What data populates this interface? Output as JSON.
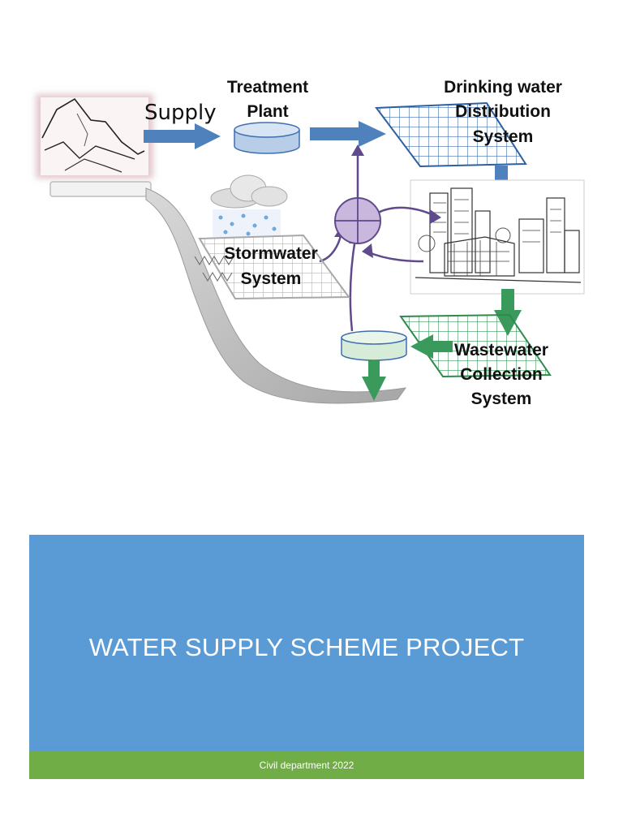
{
  "diagram": {
    "labels": {
      "supply": "Supply",
      "treatment_1": "Treatment",
      "treatment_2": "Plant",
      "drinking_1": "Drinking water",
      "drinking_2": "Distribution",
      "drinking_3": "System",
      "storm_1": "Stormwater",
      "storm_2": "System",
      "waste_1": "Wastewater",
      "waste_2": "Collection",
      "waste_3": "System"
    },
    "colors": {
      "blue_arrow": "#4f81bd",
      "green_arrow": "#3a9a5b",
      "purple_line": "#5e4a8c",
      "hub_fill": "#c9b7de",
      "tank_fill": "#b7cde8",
      "wastewater_tank_fill": "#d6ecd8",
      "river": "#bfbfbf"
    }
  },
  "cover": {
    "title": "WATER SUPPLY SCHEME PROJECT",
    "footer": "Civil department 2022",
    "band_color": "#5b9bd5",
    "footer_color": "#70ad47"
  }
}
